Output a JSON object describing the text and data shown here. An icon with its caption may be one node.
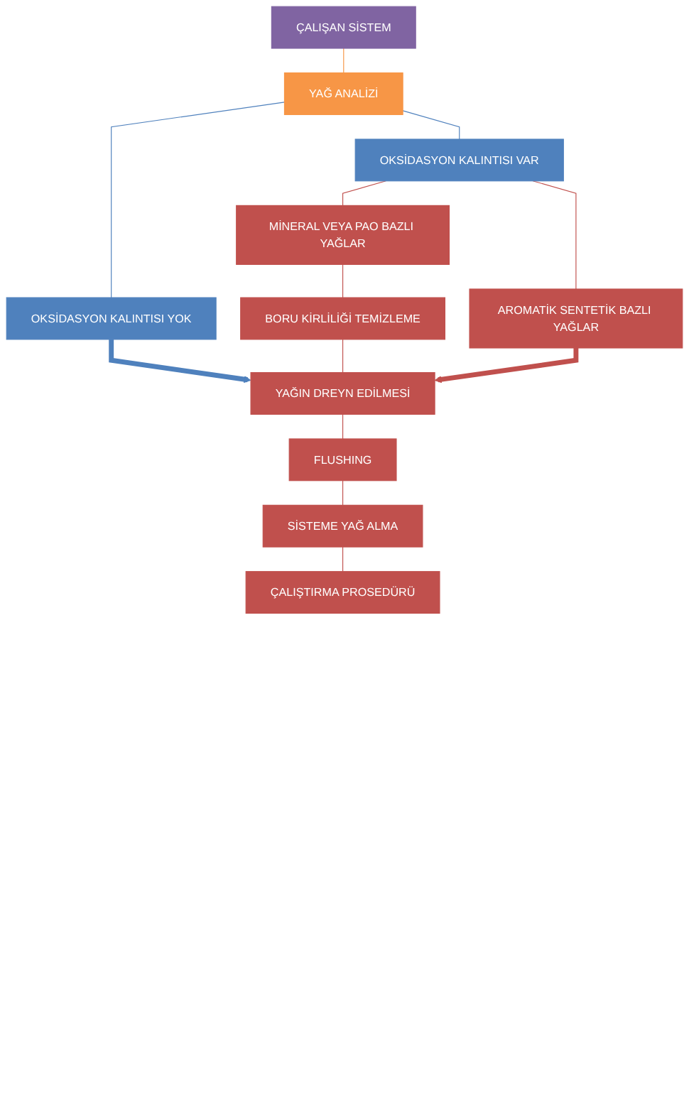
{
  "diagram": {
    "nodes": [
      {
        "text": [
          "ÇALIŞAN SİSTEM"
        ]
      },
      {
        "text": [
          "YAĞ ANALİZİ"
        ]
      },
      {
        "text": [
          "OKSİDASYON KALINTISI YOK"
        ]
      },
      {
        "text": [
          "OKSİDASYON KALINTISI VAR"
        ]
      },
      {
        "text": [
          "MİNERAL VEYA PAO BAZLI YAĞLAR"
        ]
      },
      {
        "text": [
          "AROMATİK SENTETİK BAZLI YAĞLAR"
        ]
      },
      {
        "text": [
          "BORU KİRLİLİĞİ TEMİZLEME"
        ]
      },
      {
        "text": [
          "YAĞIN DREYN EDİLMESİ"
        ]
      },
      {
        "text": [
          "FLUSHING"
        ]
      },
      {
        "text": [
          "SİSTEME YAĞ ALMA"
        ]
      },
      {
        "text": [
          "ÇALIŞTIRMA PROSEDÜRÜ"
        ]
      }
    ],
    "edges": [
      {
        "from": 0,
        "to": 1,
        "arrow": "none",
        "color": "#f79646"
      },
      {
        "from": 1,
        "to": 2,
        "arrow": "none",
        "color": "#4f81bd"
      },
      {
        "from": 1,
        "to": 3,
        "arrow": "none",
        "color": "#4f81bd"
      },
      {
        "from": 3,
        "to": 4,
        "arrow": "none"
      },
      {
        "from": 3,
        "to": 5,
        "arrow": "none"
      },
      {
        "from": 4,
        "to": 6,
        "arrow": "none"
      },
      {
        "from": 2,
        "to": 7,
        "arrow": "to",
        "style": "thick",
        "color": "#4f81bd"
      },
      {
        "from": 6,
        "to": 7,
        "arrow": "none"
      },
      {
        "from": 5,
        "to": 7,
        "arrow": "to",
        "style": "thick"
      },
      {
        "from": 7,
        "to": 8,
        "arrow": "none"
      },
      {
        "from": 8,
        "to": 9,
        "arrow": "none"
      },
      {
        "from": 9,
        "to": 10,
        "arrow": "none"
      }
    ]
  }
}
